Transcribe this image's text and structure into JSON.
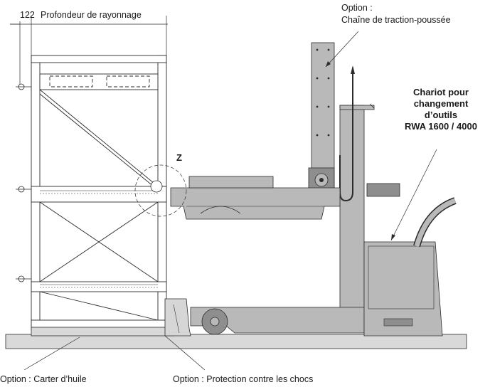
{
  "labels": {
    "depth_value": "122",
    "depth_label": "Profondeur de rayonnage",
    "option_chain_prefix": "Option :",
    "option_chain_name": "Chaîne de traction-poussée",
    "truck_title": [
      "Chariot pour",
      "changement",
      "d’outils",
      "RWA 1600 / 4000"
    ],
    "detail_z": "Z",
    "option_oil_pan": "Option : Carter d’huile",
    "option_shock": "Option : Protection contre les chocs"
  },
  "colors": {
    "line": "#2b2b2b",
    "machine_fill": "#b9b9b9",
    "machine_dark": "#8e8e8e",
    "floor_fill": "#d9d9d9",
    "guard_fill": "#d6d6d6"
  }
}
